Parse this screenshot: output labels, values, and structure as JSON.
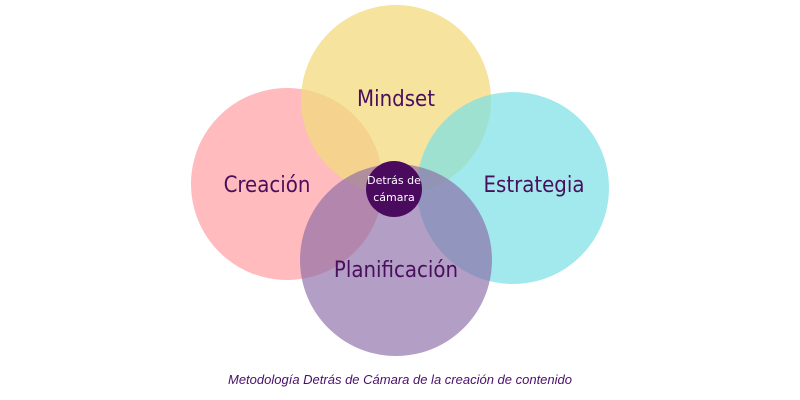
{
  "diagram": {
    "circles": [
      {
        "label": "Creación",
        "color": "#ffaaad"
      },
      {
        "label": "Mindset",
        "color": "#f1d97e"
      },
      {
        "label": "Estrategia",
        "color": "#7adfe6"
      },
      {
        "label": "Planificación",
        "color": "#9276ad"
      }
    ],
    "center": {
      "line1": "Detrás de",
      "line2": "cámara",
      "color": "#4a0a5e"
    }
  },
  "caption": "Metodología Detrás de Cámara de la creación de contenido"
}
